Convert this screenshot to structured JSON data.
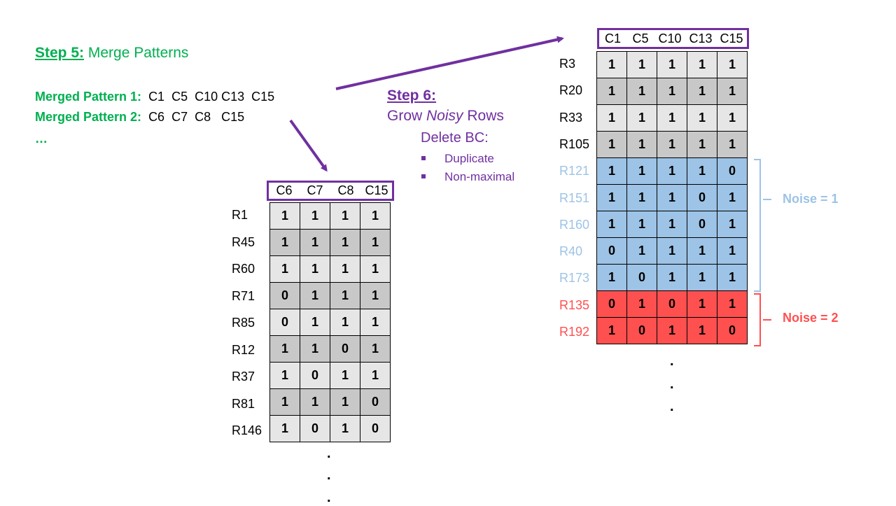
{
  "step5": {
    "label": "Step 5:",
    "text": " Merge Patterns"
  },
  "merged": [
    {
      "label": "Merged Pattern 1:",
      "cols": "C1  C5  C10 C13  C15"
    },
    {
      "label": "Merged Pattern 2:",
      "cols": "C6  C7  C8   C15"
    }
  ],
  "merged_ellipsis": "…",
  "step6": {
    "label": "Step 6:",
    "pre": "Grow ",
    "italic": "Noisy",
    "post": " Rows"
  },
  "delete_bc": {
    "title": "Delete BC:",
    "items": [
      "Duplicate",
      "Non-maximal"
    ]
  },
  "colors": {
    "green": "#00b050",
    "purple": "#7030a0",
    "blue_cell": "#9dc3e6",
    "red_cell": "#ff5050",
    "blue_text": "#9dc3e6",
    "red_text": "#ff5050"
  },
  "table_left": {
    "headers": [
      "C6",
      "C7",
      "C8",
      "C15"
    ],
    "rows": [
      {
        "label": "R1",
        "values": [
          "1",
          "1",
          "1",
          "1"
        ]
      },
      {
        "label": "R45",
        "values": [
          "1",
          "1",
          "1",
          "1"
        ]
      },
      {
        "label": "R60",
        "values": [
          "1",
          "1",
          "1",
          "1"
        ]
      },
      {
        "label": "R71",
        "values": [
          "0",
          "1",
          "1",
          "1"
        ]
      },
      {
        "label": "R85",
        "values": [
          "0",
          "1",
          "1",
          "1"
        ]
      },
      {
        "label": "R12",
        "values": [
          "1",
          "1",
          "0",
          "1"
        ]
      },
      {
        "label": "R37",
        "values": [
          "1",
          "0",
          "1",
          "1"
        ]
      },
      {
        "label": "R81",
        "values": [
          "1",
          "1",
          "1",
          "0"
        ]
      },
      {
        "label": "R146",
        "values": [
          "1",
          "0",
          "1",
          "0"
        ]
      }
    ]
  },
  "table_right": {
    "headers": [
      "C1",
      "C5",
      "C10",
      "C13",
      "C15"
    ],
    "rows": [
      {
        "label": "R3",
        "values": [
          "1",
          "1",
          "1",
          "1",
          "1"
        ],
        "group": "base"
      },
      {
        "label": "R20",
        "values": [
          "1",
          "1",
          "1",
          "1",
          "1"
        ],
        "group": "base"
      },
      {
        "label": "R33",
        "values": [
          "1",
          "1",
          "1",
          "1",
          "1"
        ],
        "group": "base"
      },
      {
        "label": "R105",
        "values": [
          "1",
          "1",
          "1",
          "1",
          "1"
        ],
        "group": "base"
      },
      {
        "label": "R121",
        "values": [
          "1",
          "1",
          "1",
          "1",
          "0"
        ],
        "group": "noise1"
      },
      {
        "label": "R151",
        "values": [
          "1",
          "1",
          "1",
          "0",
          "1"
        ],
        "group": "noise1"
      },
      {
        "label": "R160",
        "values": [
          "1",
          "1",
          "1",
          "0",
          "1"
        ],
        "group": "noise1"
      },
      {
        "label": "R40",
        "values": [
          "0",
          "1",
          "1",
          "1",
          "1"
        ],
        "group": "noise1"
      },
      {
        "label": "R173",
        "values": [
          "1",
          "0",
          "1",
          "1",
          "1"
        ],
        "group": "noise1"
      },
      {
        "label": "R135",
        "values": [
          "0",
          "1",
          "0",
          "1",
          "1"
        ],
        "group": "noise2"
      },
      {
        "label": "R192",
        "values": [
          "1",
          "0",
          "1",
          "1",
          "0"
        ],
        "group": "noise2"
      }
    ]
  },
  "noise_labels": {
    "noise1": "Noise = 1",
    "noise2": "Noise = 2"
  },
  "continuation": "."
}
